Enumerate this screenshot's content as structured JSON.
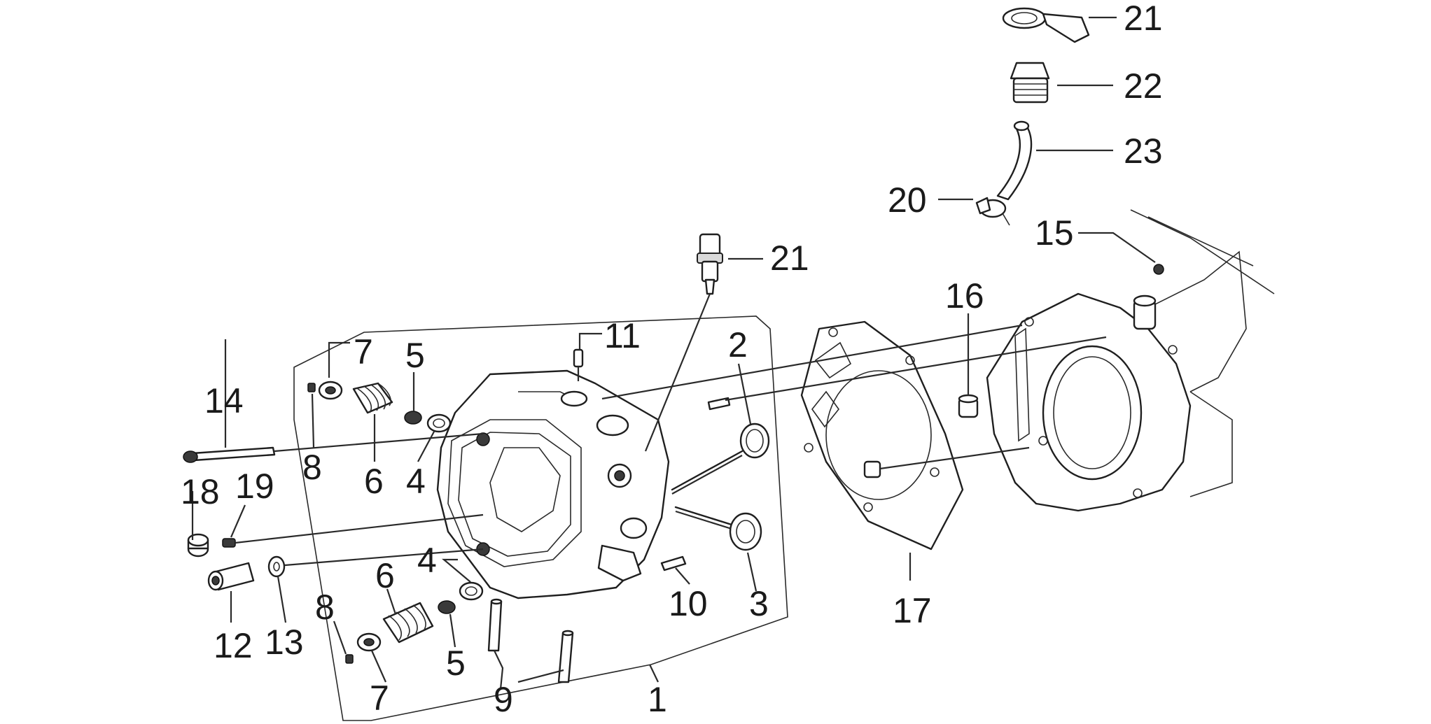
{
  "callouts": {
    "c1": "1",
    "c2": "2",
    "c3": "3",
    "c4a": "4",
    "c4b": "4",
    "c5a": "5",
    "c5b": "5",
    "c6a": "6",
    "c6b": "6",
    "c7a": "7",
    "c7b": "7",
    "c8a": "8",
    "c8b": "8",
    "c9": "9",
    "c10": "10",
    "c11": "11",
    "c12": "12",
    "c13": "13",
    "c14": "14",
    "c15": "15",
    "c16": "16",
    "c17": "17",
    "c18": "18",
    "c19": "19",
    "c20": "20",
    "c21a": "21",
    "c21b": "21",
    "c22": "22",
    "c23": "23"
  }
}
